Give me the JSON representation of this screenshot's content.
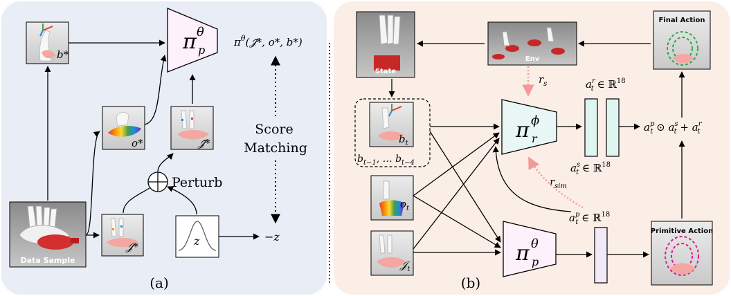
{
  "panel_a": {
    "label": "(a)",
    "policy_symbol": "π",
    "policy_sub": "p",
    "policy_sup": "θ",
    "output_expr": "π",
    "output_expr_sup": "θ",
    "output_expr_args": "(𝒥̃*, o*, b*)",
    "b_star": "b*",
    "o_star": "o*",
    "j_tilde_star": "𝒥̃*",
    "j_star": "𝒥*",
    "z_label": "z",
    "neg_z": "−z",
    "perturb_label": "Perturb",
    "score_line1": "Score",
    "score_line2": "Matching",
    "data_sample_label": "Data Sample"
  },
  "panel_b": {
    "label": "(b)",
    "state_label": "State",
    "env_label": "Env",
    "final_action_label": "Final Action",
    "primitive_action_label": "Primitive Action",
    "r_s": "r",
    "r_s_sub": "s",
    "r_sim": "r",
    "r_sim_sub": "sim",
    "b_t": "b",
    "b_t_sub": "t",
    "b_history": "b",
    "b_history_sub1": "t−1",
    "b_history_mid": ", … b",
    "b_history_sub2": "t−4",
    "o_t": "o",
    "o_t_sub": "t",
    "j_t": "𝒥",
    "j_t_sub": "t",
    "residual_symbol": "π",
    "residual_sub": "r",
    "residual_sup": "ϕ",
    "prim_symbol": "π",
    "prim_sub": "p",
    "prim_sup": "θ",
    "a_r": "a",
    "a_r_sup": "r",
    "a_r_sub": "t",
    "a_r_space": " ∈ ℝ",
    "a_r_dim": "18",
    "a_s": "a",
    "a_s_sup": "s",
    "a_s_sub": "t",
    "a_s_space": " ∈ ℝ",
    "a_s_dim": "18",
    "a_p": "a",
    "a_p_sup": "p",
    "a_p_sub": "t",
    "a_p_space": " ∈ ℝ",
    "a_p_dim": "18",
    "combine_a1": "a",
    "combine_a1_sup": "p",
    "combine_a1_sub": "t",
    "combine_op": " ⊙ ",
    "combine_a2": "a",
    "combine_a2_sup": "s",
    "combine_a2_sub": "t",
    "combine_plus": " + ",
    "combine_a3": "a",
    "combine_a3_sup": "r",
    "combine_a3_sub": "t"
  },
  "colors": {
    "panel_a_bg": "#e9edf5",
    "panel_b_bg": "#fbeee6",
    "policy_fill": "#fdf1fb",
    "residual_fill": "#e8f7f5",
    "bar_fill": "#dff5f0",
    "prim_bar_fill": "#f2eaf6",
    "pink_arrow": "#f29a9a",
    "green_ellipse": "#2fa84a",
    "magenta_ellipse": "#d81b8c"
  }
}
